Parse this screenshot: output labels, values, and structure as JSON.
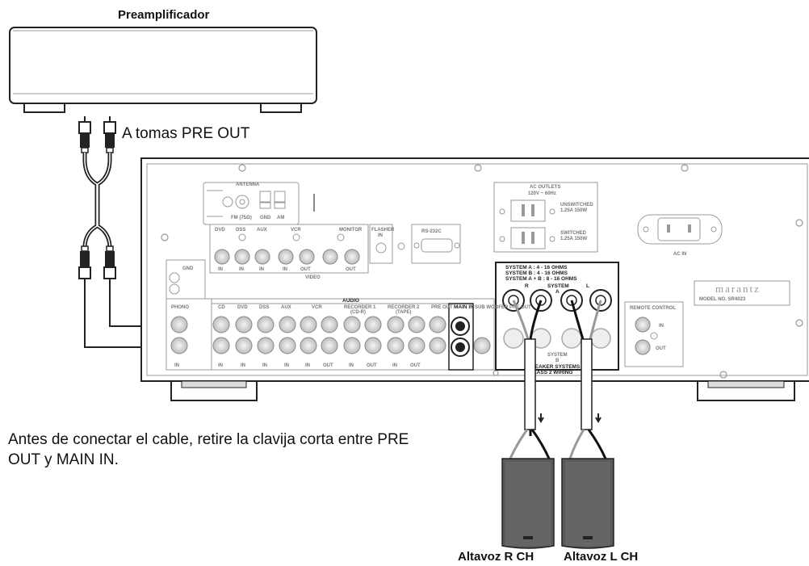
{
  "preamp": {
    "title": "Preamplificador"
  },
  "labels": {
    "pre_out": "A tomas PRE OUT",
    "note_line1": "Antes de conectar el cable, retire la clavija corta entre PRE",
    "note_line2": "OUT y MAIN IN.",
    "speaker_r": "Altavoz R CH",
    "speaker_l": "Altavoz L CH"
  },
  "receiver": {
    "antenna": "ANTENNA",
    "fm": "FM (75Ω)",
    "gnd": "GND",
    "am": "AM",
    "video_inputs": [
      "DVD",
      "DSS",
      "AUX",
      "VCR",
      "MONITOR"
    ],
    "video_sub": [
      "IN",
      "IN",
      "IN",
      "IN",
      "OUT",
      "OUT"
    ],
    "video": "VIDEO",
    "flasher": "FLASHER",
    "flasher_sub": "IN",
    "rs232": "RS-232C",
    "ac_outlets": "AC OUTLETS",
    "ac_rating": "120V ~ 60Hz",
    "unswitched": "UNSWITCHED",
    "unswitched_rating": "1.25A 150W",
    "switched": "SWITCHED",
    "switched_rating": "1.25A 150W",
    "ac_in": "AC IN",
    "audio": "AUDIO",
    "audio_inputs": [
      "PHONO",
      "CD",
      "DVD",
      "DSS",
      "AUX",
      "VCR",
      "RECORDER 1",
      "RECORDER 2",
      "PRE OUT",
      "MAIN IN",
      "SUB WOOFER PRE OUT"
    ],
    "audio_sub": [
      "(CD-R)",
      "(TAPE)"
    ],
    "audio_io": [
      "IN",
      "IN",
      "IN",
      "IN",
      "IN",
      "IN",
      "OUT",
      "IN",
      "OUT",
      "IN",
      "OUT"
    ],
    "speaker_system_a": "SYSTEM A    : 4 - 16 OHMS",
    "speaker_system_b": "SYSTEM B    : 4 - 16 OHMS",
    "speaker_system_ab": "SYSTEM A + B : 8 - 16 OHMS",
    "system": "SYSTEM",
    "system_a": "A",
    "system_b": "B",
    "ch_r": "R",
    "ch_l": "L",
    "speaker_systems": "SPEAKER SYSTEMS",
    "class2": "CLASS 2 WIRING",
    "remote_control": "REMOTE CONTROL",
    "remote_in": "IN",
    "remote_out": "OUT",
    "brand": "marantz",
    "model": "MODEL NO. SR4023",
    "gnd_phono": "GND"
  }
}
